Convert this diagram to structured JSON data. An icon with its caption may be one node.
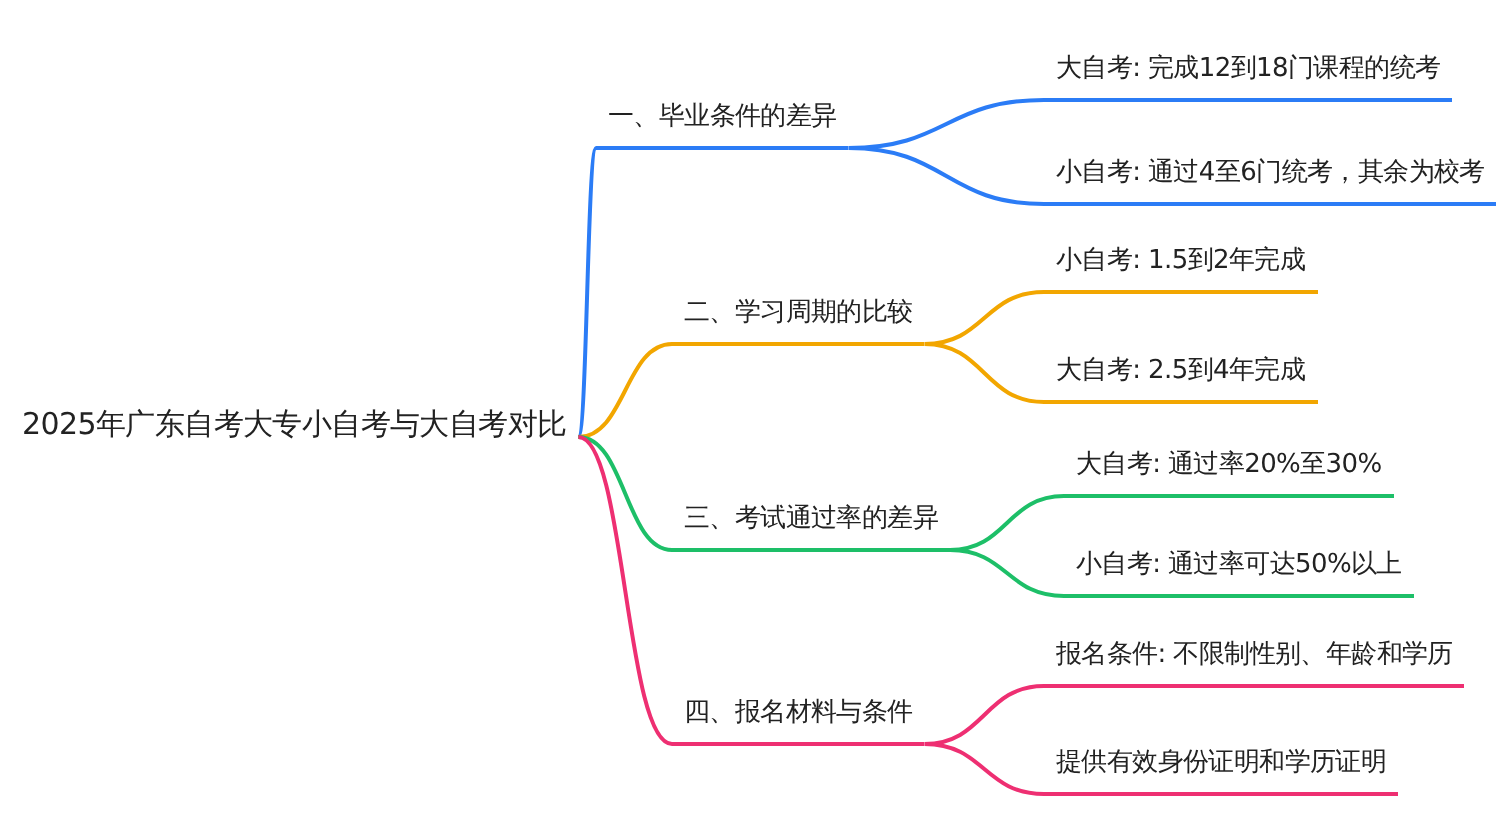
{
  "diagram": {
    "nodes": [
      {
        "text": [
          "2025年广东自考大专小自考与大自考对比"
        ]
      },
      {
        "text": [
          "一、毕业条件的差异"
        ]
      },
      {
        "text": [
          "大自考: 完成12到18门课程的统考"
        ]
      },
      {
        "text": [
          "小自考: 通过4至6门统考，其余为校考"
        ]
      },
      {
        "text": [
          "二、学习周期的比较"
        ]
      },
      {
        "text": [
          "小自考: 1.5到2年完成"
        ]
      },
      {
        "text": [
          "大自考: 2.5到4年完成"
        ]
      },
      {
        "text": [
          "三、考试通过率的差异"
        ]
      },
      {
        "text": [
          "大自考: 通过率20%至30%"
        ]
      },
      {
        "text": [
          "小自考: 通过率可达50%以上"
        ]
      },
      {
        "text": [
          "四、报名材料与条件"
        ]
      },
      {
        "text": [
          "报名条件: 不限制性别、年龄和学历"
        ]
      },
      {
        "text": [
          "提供有效身份证明和学历证明"
        ]
      }
    ],
    "edges": [
      {
        "from": 0,
        "to": 1,
        "arrow": "none",
        "color": "#2b7cf6"
      },
      {
        "from": 1,
        "to": 2,
        "arrow": "none",
        "color": "#2b7cf6"
      },
      {
        "from": 1,
        "to": 3,
        "arrow": "none",
        "color": "#2b7cf6"
      },
      {
        "from": 0,
        "to": 4,
        "arrow": "none",
        "color": "#f2a600"
      },
      {
        "from": 4,
        "to": 5,
        "arrow": "none",
        "color": "#f2a600"
      },
      {
        "from": 4,
        "to": 6,
        "arrow": "none",
        "color": "#f2a600"
      },
      {
        "from": 0,
        "to": 7,
        "arrow": "none",
        "color": "#1dbf68"
      },
      {
        "from": 7,
        "to": 8,
        "arrow": "none",
        "color": "#1dbf68"
      },
      {
        "from": 7,
        "to": 9,
        "arrow": "none",
        "color": "#1dbf68"
      },
      {
        "from": 0,
        "to": 10,
        "arrow": "none",
        "color": "#ee2f72"
      },
      {
        "from": 10,
        "to": 11,
        "arrow": "none",
        "color": "#ee2f72"
      },
      {
        "from": 10,
        "to": 12,
        "arrow": "none",
        "color": "#ee2f72"
      }
    ]
  }
}
